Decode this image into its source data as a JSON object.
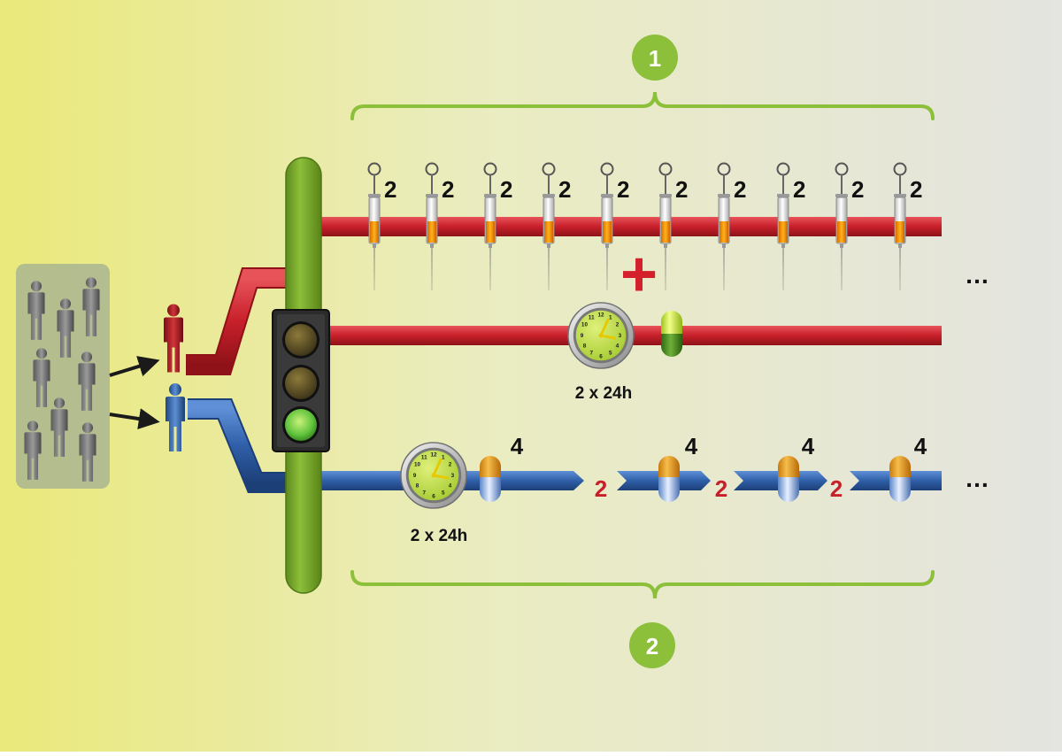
{
  "phase_badges": {
    "top": "1",
    "bottom": "2"
  },
  "syringe_doses": [
    "2",
    "2",
    "2",
    "2",
    "2",
    "2",
    "2",
    "2",
    "2",
    "2"
  ],
  "plus_sign": "+",
  "ellipsis": {
    "top": "…",
    "bottom": "…"
  },
  "clock_labels": {
    "red": "2 x 24h",
    "blue": "2 x 24h"
  },
  "capsule_doses": [
    "4",
    "4",
    "4",
    "4"
  ],
  "gap_labels": [
    "2",
    "2",
    "2"
  ],
  "clock_numbers": [
    "12",
    "1",
    "2",
    "3",
    "4",
    "5",
    "6",
    "7",
    "8",
    "9",
    "10",
    "11"
  ],
  "colors": {
    "red_track": "#c8202a",
    "blue_track": "#2f5fa8",
    "green_accent": "#8cbf3a",
    "pole": "#7aa32e",
    "gap_label": "#c8202a",
    "person_red": "#b01f24",
    "person_blue": "#2e63a8",
    "crowd_box": "#aab590"
  },
  "icons": [
    "person-icon",
    "syringe-icon",
    "clock-icon",
    "capsule-icon",
    "traffic-light-icon",
    "arrow-icon",
    "plus-icon"
  ]
}
